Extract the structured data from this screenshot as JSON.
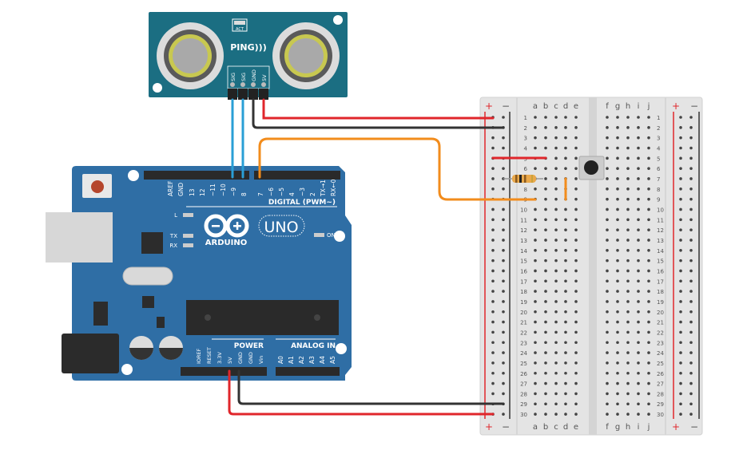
{
  "ping_sensor": {
    "label": "PING)))",
    "act_label": "ACT",
    "pins": [
      "SIG",
      "SIG",
      "GND",
      "5V"
    ],
    "color": "#1b6e82"
  },
  "arduino": {
    "brand": "ARDUINO",
    "model": "UNO",
    "digital_header_label": "DIGITAL (PWM~)",
    "digital_pins": [
      "AREF",
      "GND",
      "13",
      "12",
      "~11",
      "~10",
      "~9",
      "8",
      "7",
      "~6",
      "~5",
      "4",
      "~3",
      "2",
      "TX→1",
      "RX←0"
    ],
    "led_labels": [
      "L",
      "TX",
      "RX",
      "ON"
    ],
    "power_header_label": "POWER",
    "power_pins": [
      "IOREF",
      "RESET",
      "3.3V",
      "5V",
      "GND",
      "GND",
      "Vin"
    ],
    "analog_header_label": "ANALOG IN",
    "analog_pins": [
      "A0",
      "A1",
      "A2",
      "A3",
      "A4",
      "A5"
    ],
    "color": "#2f6ea5"
  },
  "breadboard": {
    "rail_plus": "+",
    "rail_minus": "−",
    "left_columns": [
      "a",
      "b",
      "c",
      "d",
      "e"
    ],
    "right_columns": [
      "f",
      "g",
      "h",
      "i",
      "j"
    ],
    "rows": 30
  },
  "wire_colors": {
    "red": "#e0262b",
    "black": "#333333",
    "blue": "#2a9fd6",
    "orange": "#f28c1c"
  }
}
